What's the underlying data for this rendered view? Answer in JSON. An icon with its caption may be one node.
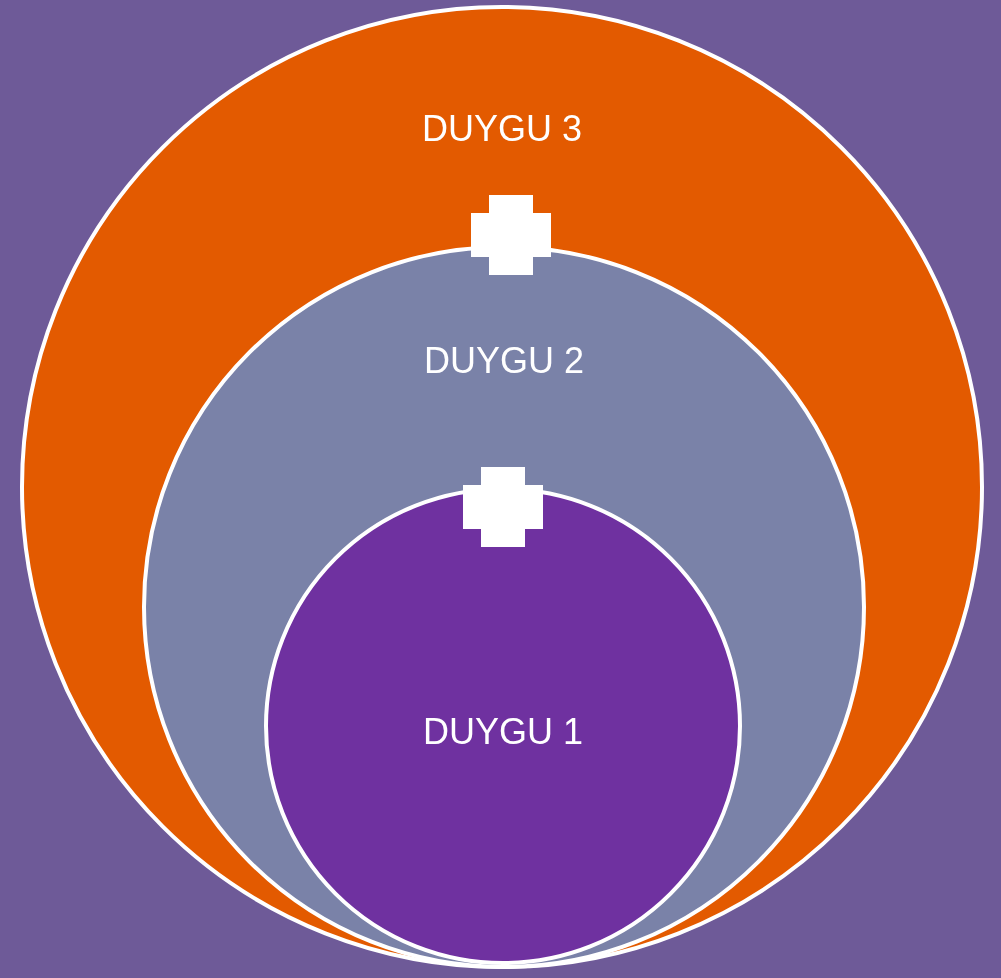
{
  "diagram": {
    "nodes": [
      {
        "text": [
          "DUYGU 3"
        ]
      },
      {
        "text": [
          "DUYGU 2"
        ],
        "in": 0
      },
      {
        "text": [
          "DUYGU 1"
        ],
        "in": 1
      }
    ]
  }
}
